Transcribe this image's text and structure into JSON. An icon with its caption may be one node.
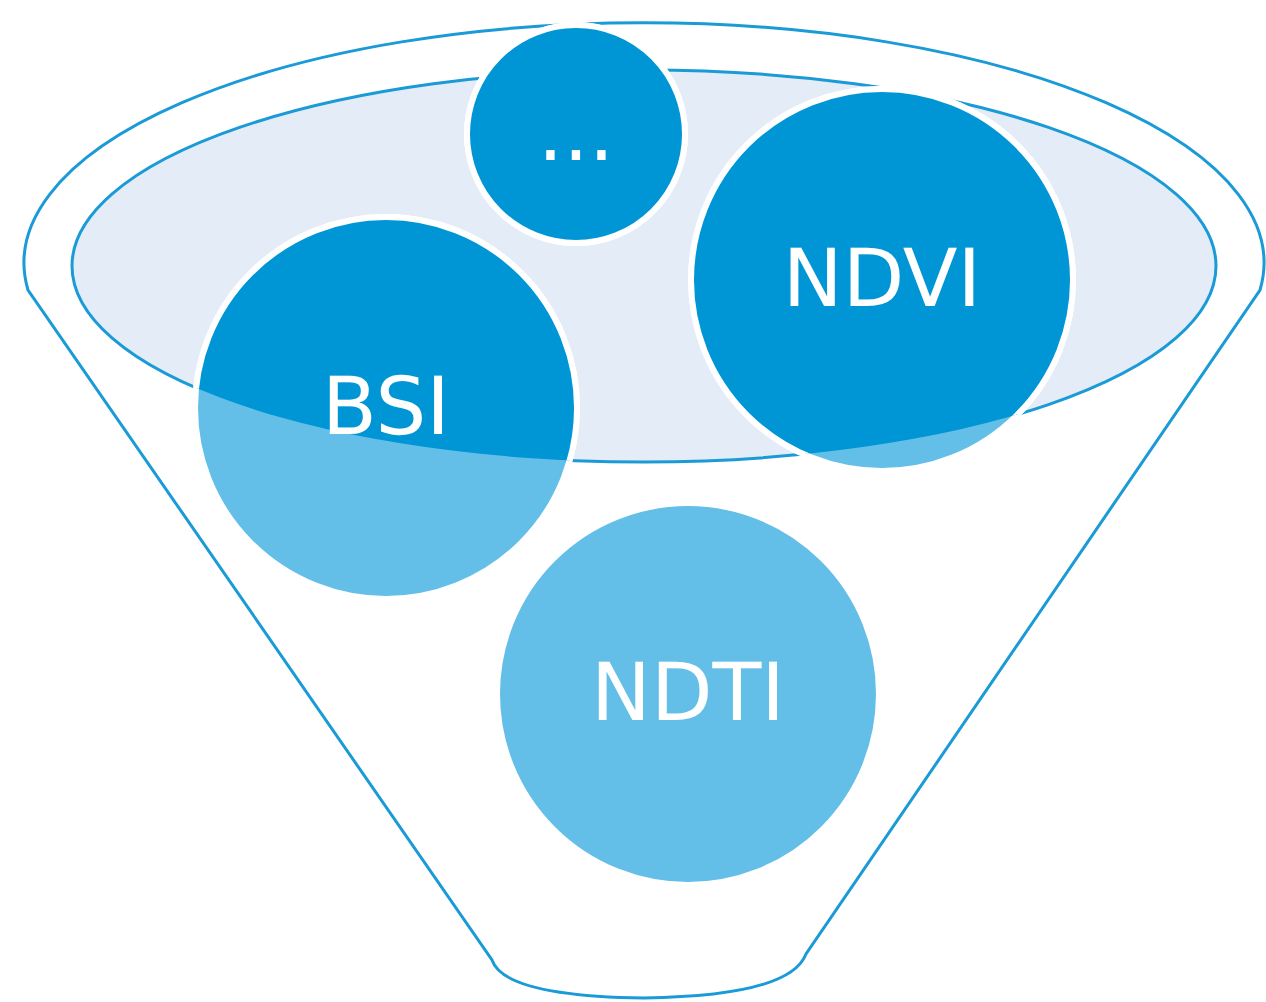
{
  "diagram": {
    "nodes": [
      {
        "text": [
          "..."
        ]
      },
      {
        "text": [
          "NDVI"
        ]
      },
      {
        "text": [
          "BSI"
        ]
      },
      {
        "text": [
          "NDTI"
        ]
      }
    ]
  }
}
